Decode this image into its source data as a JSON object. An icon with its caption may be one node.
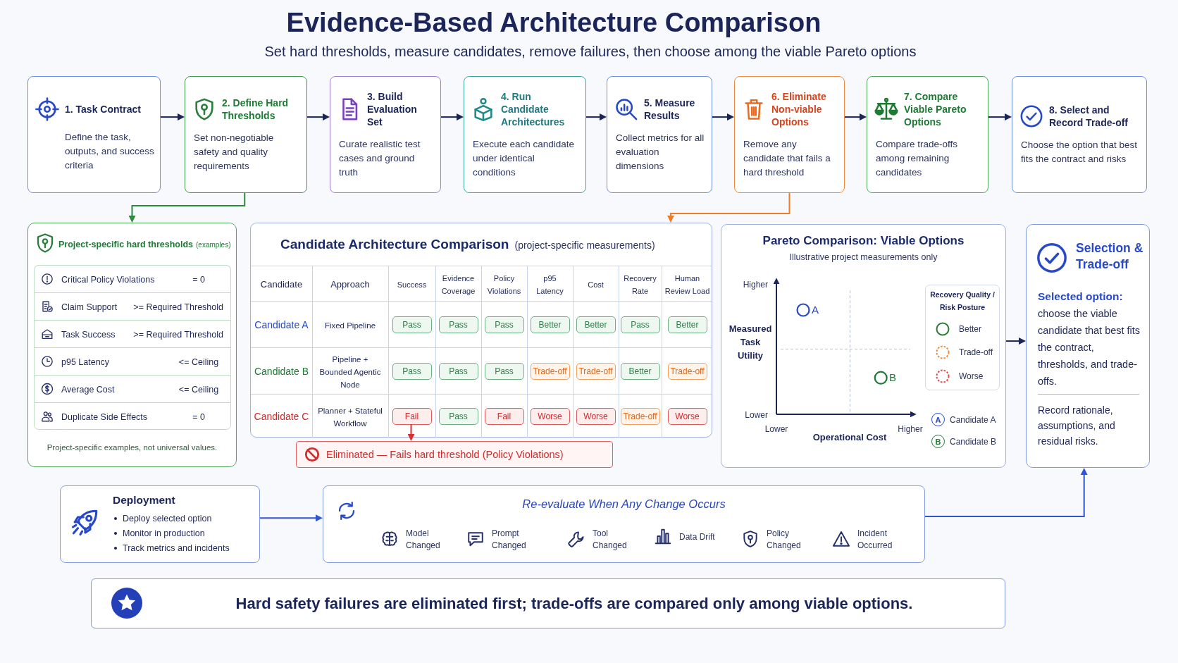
{
  "diagram": {
    "title": "Evidence-Based Architecture Comparison",
    "nodes": [
      {
        "text": [
          "1. Task Contract",
          "Define the task, outputs, and success criteria"
        ]
      },
      {
        "text": [
          "2. Define Hard Thresholds",
          "Set non-negotiable safety and quality requirements"
        ]
      },
      {
        "text": [
          "3. Build Evaluation Set",
          "Curate realistic test cases and ground truth"
        ]
      },
      {
        "text": [
          "4. Run Candidate Architectures",
          "Execute each candidate under identical conditions"
        ]
      },
      {
        "text": [
          "5. Measure Results",
          "Collect metrics for all evaluation dimensions"
        ]
      },
      {
        "text": [
          "6. Eliminate Non-viable Options",
          "Remove any candidate that fails a hard threshold"
        ]
      },
      {
        "text": [
          "7. Compare Viable Pareto Options",
          "Compare trade-offs among remaining candidates"
        ]
      },
      {
        "text": [
          "8. Select and Record Trade-off",
          "Choose the option that best fits the contract and risks"
        ]
      },
      {
        "text": [
          "Project-specific hard thresholds",
          "(examples)",
          "Project-specific examples, not universal values."
        ]
      },
      {
        "text": [
          "Critical Policy Violations",
          "= 0"
        ],
        "in": 8
      },
      {
        "text": [
          "Claim Support",
          ">= Required Threshold"
        ],
        "in": 8
      },
      {
        "text": [
          "Task Success",
          ">= Required Threshold"
        ],
        "in": 8
      },
      {
        "text": [
          "p95 Latency",
          "<= Ceiling"
        ],
        "in": 8
      },
      {
        "text": [
          "Average Cost",
          "<= Ceiling"
        ],
        "in": 8
      },
      {
        "text": [
          "Duplicate Side Effects",
          "= 0"
        ],
        "in": 8
      },
      {
        "text": [
          "Candidate Architecture Comparison",
          "(project-specific measurements)"
        ]
      },
      {
        "text": [
          "Pass"
        ],
        "in": 15
      },
      {
        "text": [
          "Pass"
        ],
        "in": 15
      },
      {
        "text": [
          "Pass"
        ],
        "in": 15
      },
      {
        "text": [
          "Better"
        ],
        "in": 15
      },
      {
        "text": [
          "Better"
        ],
        "in": 15
      },
      {
        "text": [
          "Pass"
        ],
        "in": 15
      },
      {
        "text": [
          "Better"
        ],
        "in": 15
      },
      {
        "text": [
          "Pass"
        ],
        "in": 15
      },
      {
        "text": [
          "Pass"
        ],
        "in": 15
      },
      {
        "text": [
          "Pass"
        ],
        "in": 15
      },
      {
        "text": [
          "Trade-off"
        ],
        "in": 15
      },
      {
        "text": [
          "Trade-off"
        ],
        "in": 15
      },
      {
        "text": [
          "Better"
        ],
        "in": 15
      },
      {
        "text": [
          "Trade-off"
        ],
        "in": 15
      },
      {
        "text": [
          "Fail"
        ],
        "in": 15
      },
      {
        "text": [
          "Pass"
        ],
        "in": 15
      },
      {
        "text": [
          "Fail"
        ],
        "in": 15
      },
      {
        "text": [
          "Worse"
        ],
        "in": 15
      },
      {
        "text": [
          "Worse"
        ],
        "in": 15
      },
      {
        "text": [
          "Trade-off"
        ],
        "in": 15
      },
      {
        "text": [
          "Worse"
        ],
        "in": 15
      },
      {
        "text": [
          "Eliminated — Fails hard threshold (Policy Violations)"
        ]
      },
      {
        "text": [
          "Pareto Comparison: Viable Options",
          "Illustrative project measurements only"
        ]
      },
      {
        "text": [
          "Selection & Trade-off",
          "**Selected option:** choose the viable candidate that best fits the contract, thresholds, and trade-offs.",
          "Record rationale, assumptions, and residual risks."
        ]
      },
      {
        "text": [
          "Deployment",
          "Deploy selected option",
          "Monitor in production",
          "Track metrics and incidents"
        ]
      },
      {
        "text": [
          "Re-evaluate When Any Change Occurs"
        ]
      },
      {
        "text": [
          "Hard safety failures are eliminated first; trade-offs are compared only among viable options."
        ]
      }
    ],
    "edges": [
      {
        "from": 0,
        "to": 1,
        "arrow": "to"
      },
      {
        "from": 1,
        "to": 2,
        "arrow": "to"
      },
      {
        "from": 2,
        "to": 3,
        "arrow": "to"
      },
      {
        "from": 3,
        "to": 4,
        "arrow": "to"
      },
      {
        "from": 4,
        "to": 5,
        "arrow": "to"
      },
      {
        "from": 5,
        "to": 6,
        "arrow": "to"
      },
      {
        "from": 6,
        "to": 7,
        "arrow": "to"
      },
      {
        "from": 1,
        "to": 8,
        "arrow": "to",
        "color": "#2e8b3e"
      },
      {
        "from": 5,
        "to": 15,
        "arrow": "to",
        "color": "#ee7d2b"
      },
      {
        "from": 30,
        "to": 37,
        "arrow": "to",
        "color": "#d9302c"
      },
      {
        "from": 38,
        "to": 39,
        "arrow": "to"
      },
      {
        "from": 40,
        "to": 41,
        "arrow": "to",
        "color": "#2f55d4"
      },
      {
        "from": 41,
        "to": 39,
        "arrow": "to",
        "color": "#2f55d4"
      }
    ],
    "labels": [
      "Set hard thresholds, measure candidates, remove failures, then choose among the viable Pareto options",
      "Candidate",
      "Approach",
      "Success",
      "Evidence Coverage",
      "Policy Violations",
      "p95 Latency",
      "Cost",
      "Recovery Rate",
      "Human Review Load",
      "Candidate A",
      "Fixed Pipeline",
      "Candidate B",
      "Pipeline + Bounded Agentic Node",
      "Candidate C",
      "Planner + Stateful Workflow",
      "Higher",
      "Measured Task Utility",
      "Lower",
      "Lower",
      "Operational Cost",
      "Higher",
      "A",
      "B",
      "Recovery Quality / Risk Posture",
      "A",
      "B",
      "Model Changed",
      "Prompt Changed",
      "Tool Changed",
      "Data Drift",
      "Policy Changed",
      "Incident Occurred"
    ],
    "legend": [
      {
        "text": "Better"
      },
      {
        "text": "Trade-off"
      },
      {
        "text": "Worse"
      },
      {
        "text": "Candidate A"
      },
      {
        "text": "Candidate B"
      }
    ]
  }
}
